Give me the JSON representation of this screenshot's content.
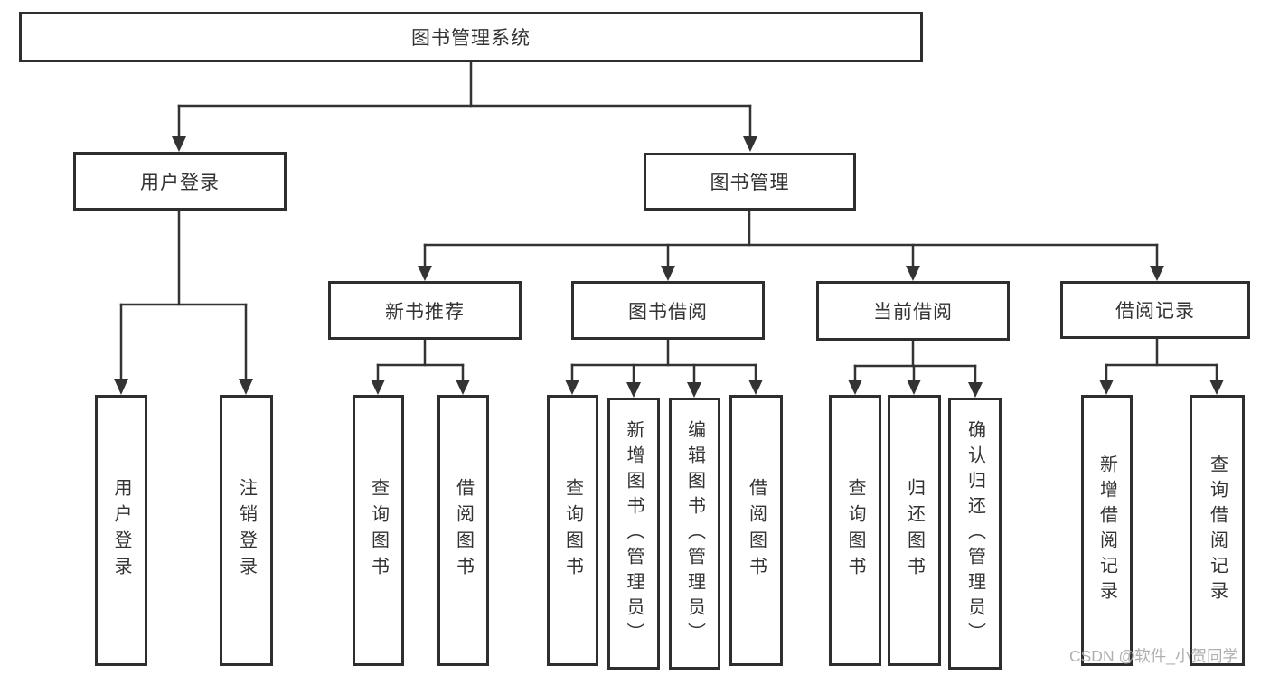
{
  "colors": {
    "line": "#333333",
    "box_border": "#2e2e2e",
    "box_fill": "#ffffff",
    "text": "#333333",
    "watermark": "#acacac"
  },
  "nodes": {
    "root": "图书管理系统",
    "user_login": "用户登录",
    "book_mgmt": "图书管理",
    "new_book_recommend": "新书推荐",
    "book_borrow": "图书借阅",
    "current_borrow": "当前借阅",
    "borrow_record": "借阅记录",
    "leaf_user_login": "用户登录",
    "leaf_logout": "注销登录",
    "nbr_query_book": "查询图书",
    "nbr_borrow_book": "借阅图书",
    "bb_query_book": "查询图书",
    "bb_add_book_admin": "新增图书（管理员）",
    "bb_edit_book_admin": "编辑图书（管理员）",
    "bb_borrow_book": "借阅图书",
    "cb_query_book": "查询图书",
    "cb_return_book": "归还图书",
    "cb_confirm_return_admin": "确认归还（管理员）",
    "br_add_record": "新增借阅记录",
    "br_query_record": "查询借阅记录"
  },
  "watermark": "CSDN @软件_小贺同学"
}
